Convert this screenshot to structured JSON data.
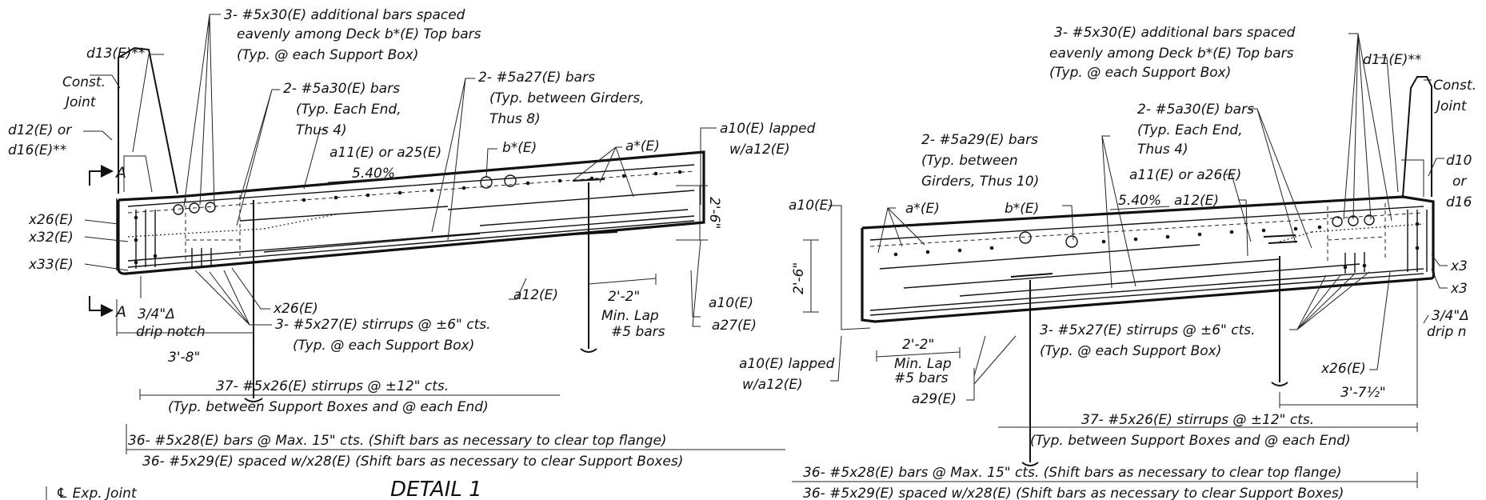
{
  "left_detail": {
    "labels": {
      "top_note_1": "3- #5x30(E) additional bars spaced",
      "top_note_2": "eavenly among Deck b*(E) Top bars",
      "top_note_3": "(Typ. @ each Support Box)",
      "d13": "d13(E)**",
      "const_1": "Const.",
      "const_2": "Joint",
      "d12_1": "d12(E) or",
      "d12_2": "d16(E)**",
      "section_a_top": "A",
      "section_a_bottom": "A",
      "a30_1": "2- #5a30(E) bars",
      "a30_2": "(Typ. Each End,",
      "a30_3": "Thus 4)",
      "a27_1": "2- #5a27(E) bars",
      "a27_2": "(Typ. between Girders,",
      "a27_3": "Thus 8)",
      "a11": "a11(E) or a25(E)",
      "slope": "5.40%",
      "bstar": "b*(E)",
      "astar": "a*(E)",
      "a10_lap_1": "a10(E) lapped",
      "a10_lap_2": "w/a12(E)",
      "x26_left": "x26(E)",
      "x32": "x32(E)",
      "x33": "x33(E)",
      "depth": "2'-6\"",
      "x26_bottom": "x26(E)",
      "drip_1": "3/4\"Δ",
      "drip_2": "drip notch",
      "stirrups_1": "3- #5x27(E) stirrups @ ±6\" cts.",
      "stirrups_2": "(Typ. @ each Support Box)",
      "a12": "a12(E)",
      "lap_dim": "2'-2\"",
      "min_lap_1": "Min. Lap",
      "min_lap_2": "#5 bars",
      "a10_right": "a10(E)",
      "a27_label": "a27(E)",
      "dim_3_8": "3'-8\"",
      "x26_stirrups_1": "37- #5x26(E) stirrups @ ±12\" cts.",
      "x26_stirrups_2": "(Typ. between Support Boxes and @ each End)",
      "x28_bars": "36- #5x28(E) bars @ Max. 15\" cts. (Shift bars as necessary to clear top flange)",
      "x29_bars": "36- #5x29(E) spaced w/x28(E) (Shift bars as necessary to clear Support Boxes)",
      "detail_title": "DETAIL 1",
      "exp_joint": "℄ Exp. Joint"
    }
  },
  "right_detail": {
    "labels": {
      "top_note_1": "3- #5x30(E) additional bars spaced",
      "top_note_2": "eavenly among Deck b*(E) Top bars",
      "top_note_3": "(Typ. @ each Support Box)",
      "d11": "d11(E)**",
      "const_1": "Const.",
      "const_2": "Joint",
      "d10_1": "d10",
      "d10_2": "or",
      "d10_3": "d16",
      "a30_1": "2- #5a30(E) bars",
      "a30_2": "(Typ. Each End,",
      "a30_3": "Thus 4)",
      "a29_1": "2- #5a29(E) bars",
      "a29_2": "(Typ. between",
      "a29_3": "Girders, Thus 10)",
      "a11": "a11(E) or a26(E)",
      "slope": "5.40%",
      "a12": "a12(E)",
      "a10_left": "a10(E)",
      "astar": "a*(E)",
      "bstar": "b*(E)",
      "x3a": "x3",
      "x3b": "x3",
      "depth": "2'-6\"",
      "lap_dim": "2'-2\"",
      "min_lap_1": "Min. Lap",
      "min_lap_2": "#5 bars",
      "a10_lap_1": "a10(E) lapped",
      "a10_lap_2": "w/a12(E)",
      "a29_label": "a29(E)",
      "stirrups_1": "3- #5x27(E) stirrups @ ±6\" cts.",
      "stirrups_2": "(Typ. @ each Support Box)",
      "x26": "x26(E)",
      "drip_1": "3/4\"Δ",
      "drip_2": "drip n",
      "dim_3_7": "3'-7½\"",
      "x26_stirrups_1": "37- #5x26(E) stirrups @ ±12\" cts.",
      "x26_stirrups_2": "(Typ. between Support Boxes and @ each End)",
      "x28_bars": "36- #5x28(E) bars @ Max. 15\" cts. (Shift bars as necessary to clear top flange)",
      "x29_bars": "36- #5x29(E) spaced w/x28(E) (Shift bars as necessary to clear Support Boxes)"
    }
  }
}
